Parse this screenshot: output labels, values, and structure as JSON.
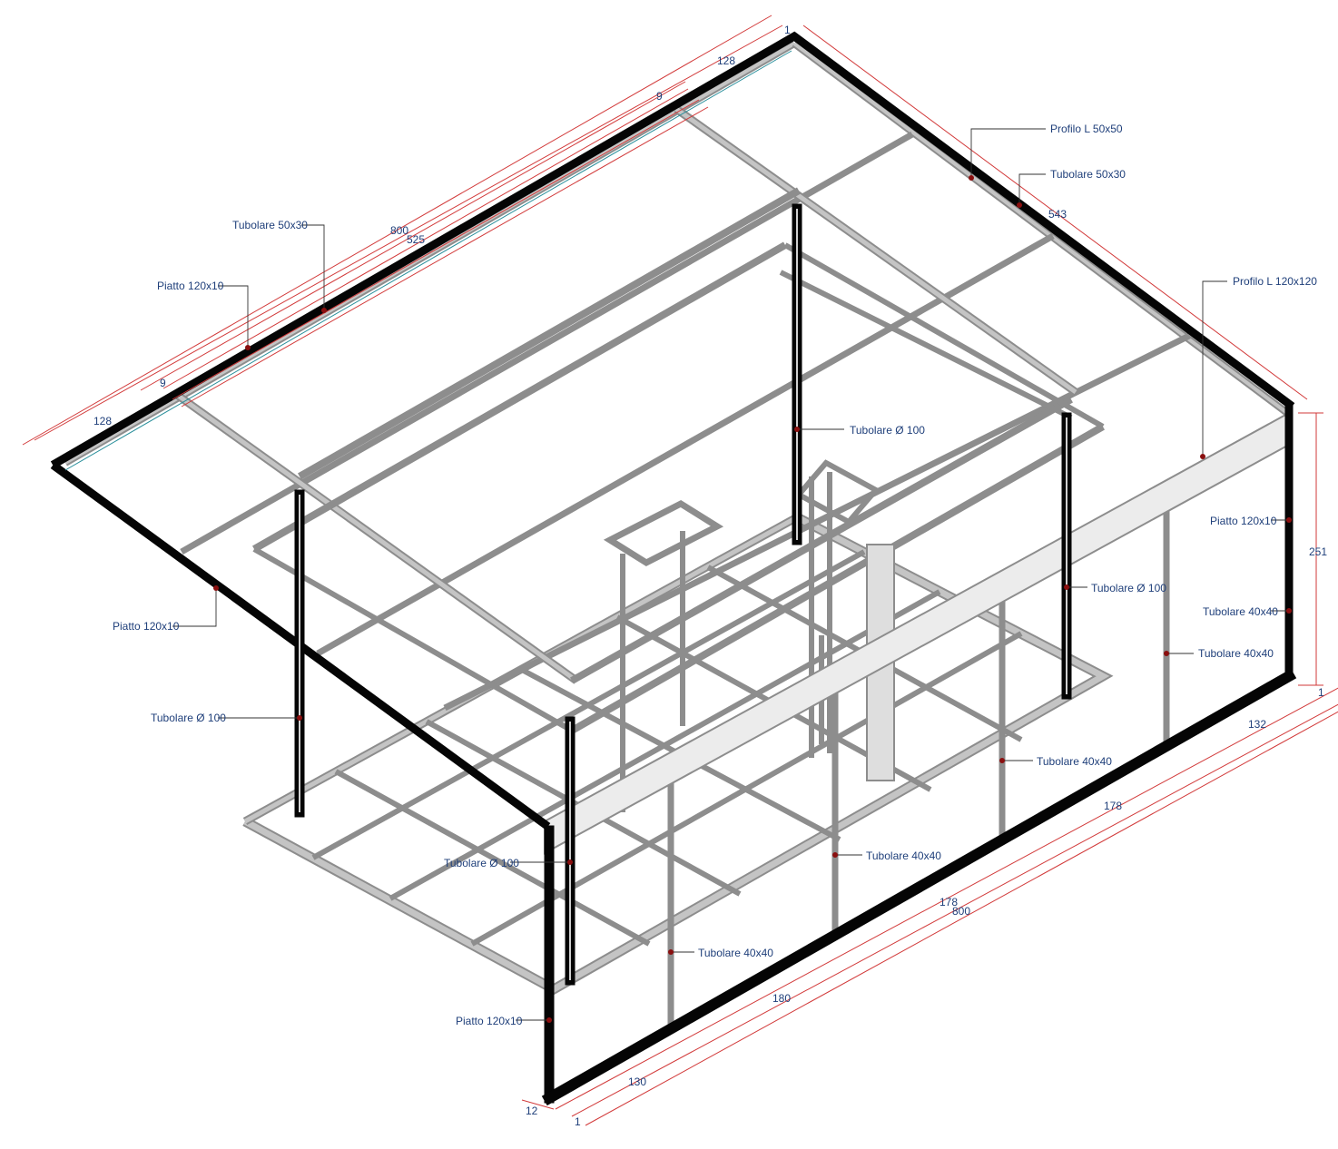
{
  "colors": {
    "frame": "#050505",
    "steel": "#bdbdbd",
    "dimension": "#d23a3a",
    "label": "#1f3f7a",
    "marker": "#8a0f0f"
  },
  "labels": {
    "profilo_l_50": "Profilo L 50x50",
    "tubolare_50x30_right": "Tubolare 50x30",
    "tubolare_50x30_left": "Tubolare 50x30",
    "piatto_top_left": "Piatto 120x10",
    "profilo_l_120": "Profilo L 120x120",
    "tubolare_100_center": "Tubolare Ø 100",
    "piatto_right": "Piatto 120x10",
    "tubolare_40_right_a": "Tubolare 40x40",
    "tubolare_40_right_b": "Tubolare 40x40",
    "tubolare_100_right": "Tubolare Ø 100",
    "piatto_left": "Piatto 120x10",
    "tubolare_100_left": "Tubolare Ø 100",
    "tubolare_40_mid": "Tubolare 40x40",
    "tubolare_40_front_a": "Tubolare 40x40",
    "tubolare_100_front": "Tubolare Ø 100",
    "tubolare_40_front_b": "Tubolare 40x40",
    "piatto_bottom": "Piatto 120x10"
  },
  "dimensions": {
    "top_128_right": "128",
    "top_9_right": "9",
    "top_800": "800",
    "top_525": "525",
    "top_9_left": "9",
    "top_128_left": "128",
    "side_543": "543",
    "height_251": "251",
    "front_132": "132",
    "front_178_a": "178",
    "front_178_b": "178",
    "front_800": "800",
    "front_180": "180",
    "front_130": "130",
    "front_12": "12",
    "front_1": "1",
    "top_1": "1",
    "right_1": "1"
  }
}
